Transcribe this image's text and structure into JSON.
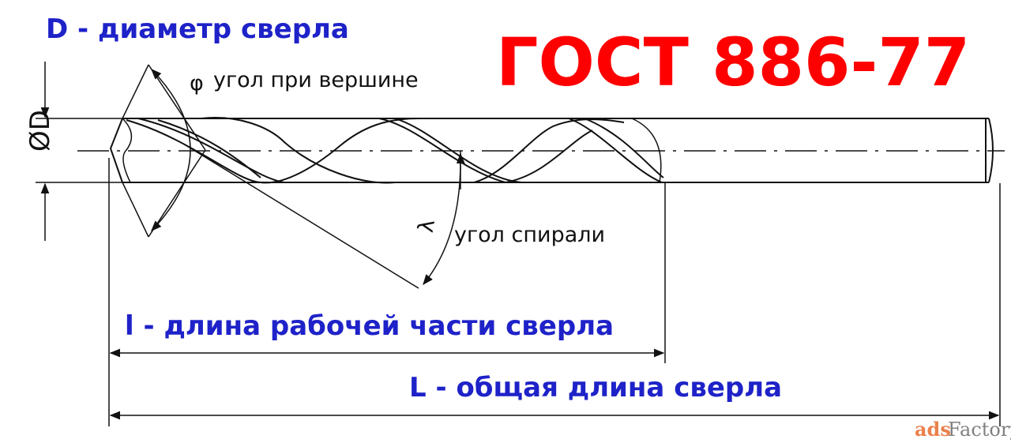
{
  "labels": {
    "diameter": "D - диаметр сверла",
    "standard": "ГОСТ 886-77",
    "tip_angle": "угол при вершине",
    "helix_angle": "угол спирали",
    "working_length": "l - длина рабочей части сверла",
    "total_length": "L - общая длина сверла",
    "diameter_symbol": "ØD",
    "phi_symbol": "φ",
    "lambda_symbol": "λ"
  },
  "watermark": {
    "ads": "ads",
    "factory": "Factory"
  },
  "colors": {
    "label_blue": "#1e22c8",
    "standard_red": "#ff0000",
    "line": "#111111",
    "watermark_orange": "#e86a2c"
  }
}
